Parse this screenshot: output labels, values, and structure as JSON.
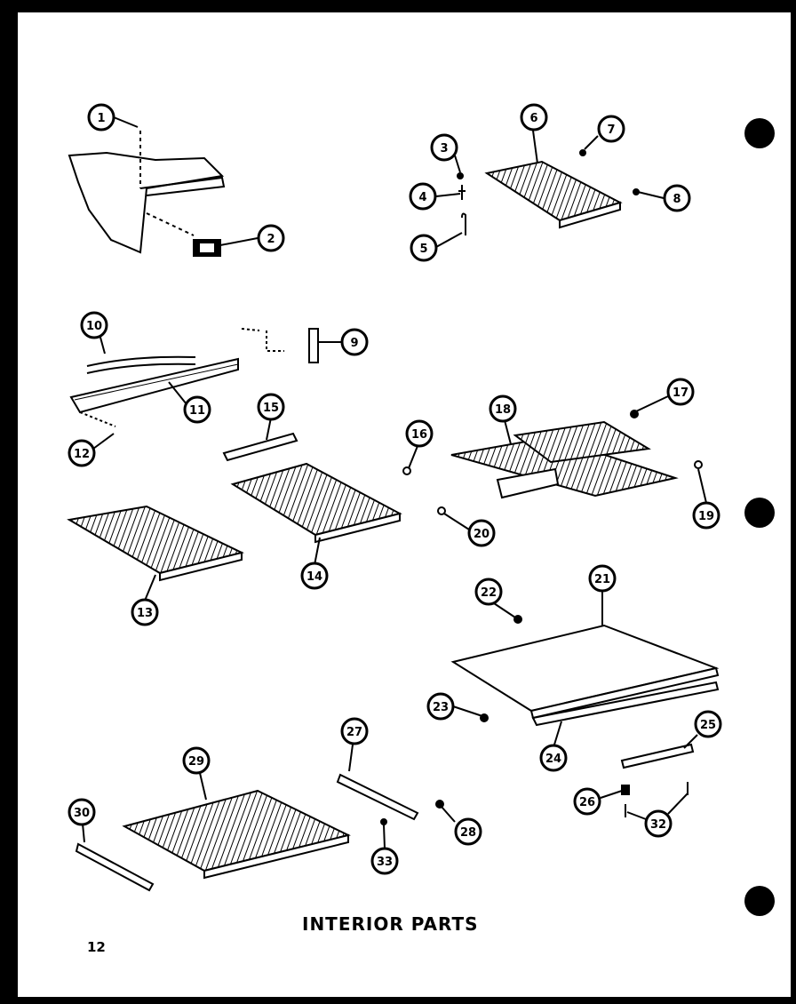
{
  "title": "INTERIOR PARTS",
  "page_number": "12",
  "callouts": [
    "1",
    "2",
    "3",
    "4",
    "5",
    "6",
    "7",
    "8",
    "9",
    "10",
    "11",
    "12",
    "13",
    "14",
    "15",
    "16",
    "17",
    "18",
    "19",
    "20",
    "21",
    "22",
    "23",
    "24",
    "25",
    "26",
    "27",
    "28",
    "29",
    "30",
    "32",
    "33"
  ]
}
